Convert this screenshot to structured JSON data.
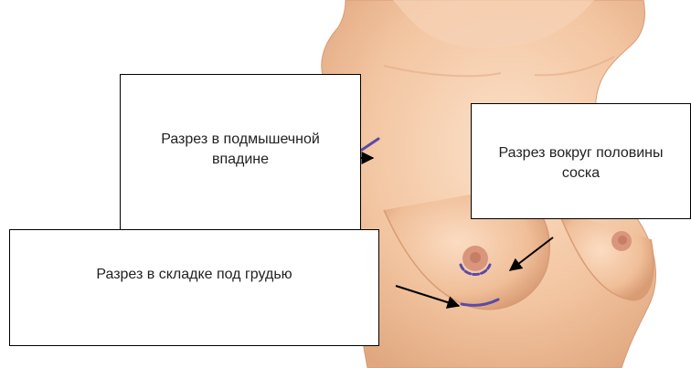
{
  "labels": {
    "axilla": "Разрез в подмышечной впадине",
    "areola": "Разрез вокруг половины соска",
    "fold": "Разрез в складке под грудью"
  },
  "colors": {
    "skin": "#f3c7a4",
    "skin_shadow": "#dfa27c",
    "areola": "#d7937a",
    "incision": "#5b4aa6",
    "arrow": "#000000"
  }
}
